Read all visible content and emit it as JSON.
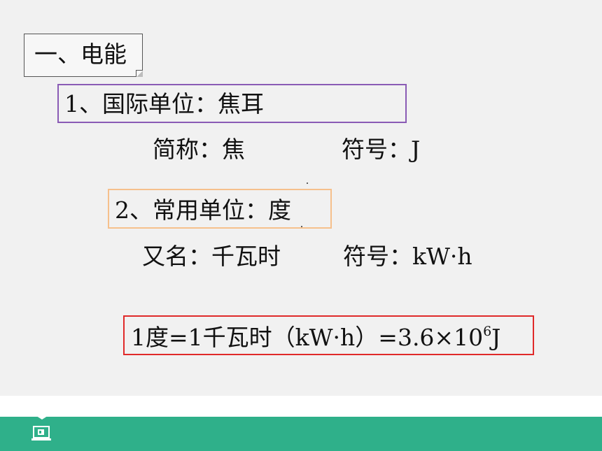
{
  "section": {
    "title": "一、电能"
  },
  "unit_si": {
    "heading": "1、国际单位：焦耳",
    "short_name": "简称：焦",
    "symbol": "符号：J"
  },
  "unit_common": {
    "heading": "2、常用单位：度",
    "alias": "又名：千瓦时",
    "symbol": "符号：kW·h"
  },
  "conversion": {
    "prefix": "1度=1千瓦时（kW·h）=3.6×10",
    "exponent": "6",
    "suffix": "J"
  },
  "colors": {
    "box_si": "#8a5bb5",
    "box_common": "#f6c08c",
    "box_conversion": "#e02a2a",
    "footer": "#2fb08a"
  },
  "icons": {
    "footer": "presentation-icon"
  }
}
